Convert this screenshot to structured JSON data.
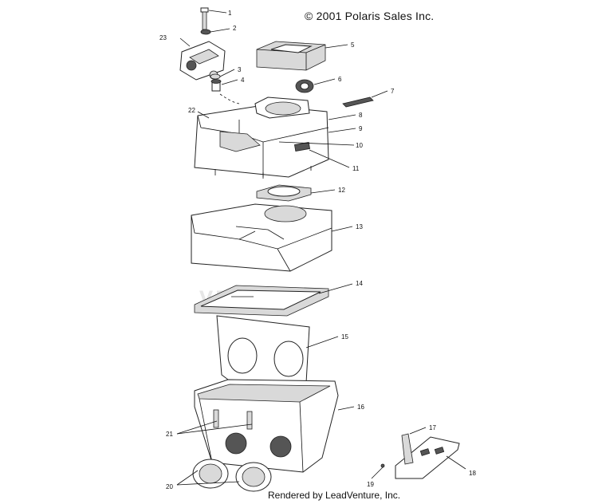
{
  "copyright": "© 2001 Polaris Sales Inc.",
  "render_credit": "Rendered by LeadVenture, Inc.",
  "watermark": "VENTURE",
  "callouts": {
    "c1": "1",
    "c2": "2",
    "c3": "3",
    "c4": "4",
    "c5": "5",
    "c6": "6",
    "c7": "7",
    "c8": "8",
    "c9": "9",
    "c10": "10",
    "c11": "11",
    "c12": "12",
    "c13": "13",
    "c14": "14",
    "c15": "15",
    "c16": "16",
    "c17": "17",
    "c18": "18",
    "c19": "19",
    "c20": "20",
    "c21": "21",
    "c22": "22",
    "c23": "23"
  }
}
